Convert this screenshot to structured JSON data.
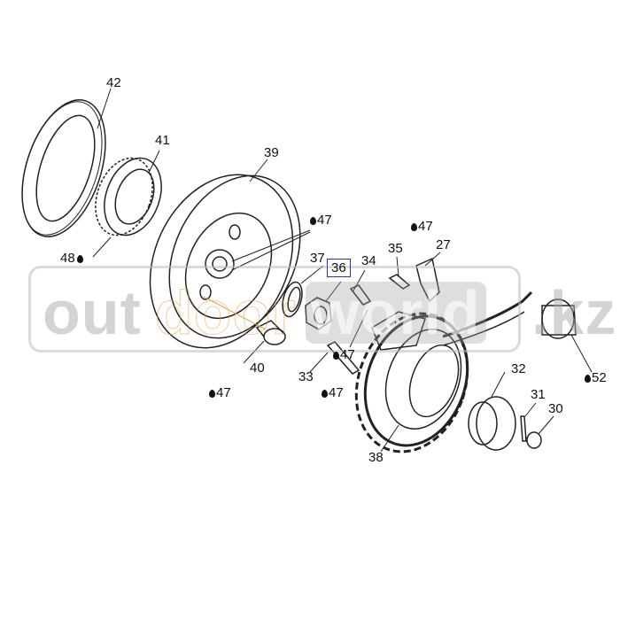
{
  "diagram": {
    "title": "Flywheel and stator exploded view",
    "watermark": {
      "part1": "out",
      "part2": "door",
      "part3": "world",
      "part4": ".kz"
    },
    "highlight_color": "#2233cc",
    "callouts": [
      {
        "id": "42",
        "label": "42"
      },
      {
        "id": "41",
        "label": "41"
      },
      {
        "id": "39",
        "label": "39"
      },
      {
        "id": "48",
        "label": "48",
        "lubricant": true
      },
      {
        "id": "47a",
        "label": "47",
        "lubricant": true
      },
      {
        "id": "47b",
        "label": "47",
        "lubricant": true
      },
      {
        "id": "35",
        "label": "35"
      },
      {
        "id": "27",
        "label": "27"
      },
      {
        "id": "37",
        "label": "37"
      },
      {
        "id": "36",
        "label": "36",
        "highlighted": true
      },
      {
        "id": "34",
        "label": "34"
      },
      {
        "id": "47c",
        "label": "47",
        "lubricant": true
      },
      {
        "id": "40",
        "label": "40"
      },
      {
        "id": "47d",
        "label": "47",
        "lubricant": true
      },
      {
        "id": "33",
        "label": "33"
      },
      {
        "id": "47e",
        "label": "47",
        "lubricant": true
      },
      {
        "id": "52",
        "label": "52",
        "lubricant": true
      },
      {
        "id": "32",
        "label": "32"
      },
      {
        "id": "31",
        "label": "31"
      },
      {
        "id": "30",
        "label": "30"
      },
      {
        "id": "38",
        "label": "38"
      }
    ]
  }
}
